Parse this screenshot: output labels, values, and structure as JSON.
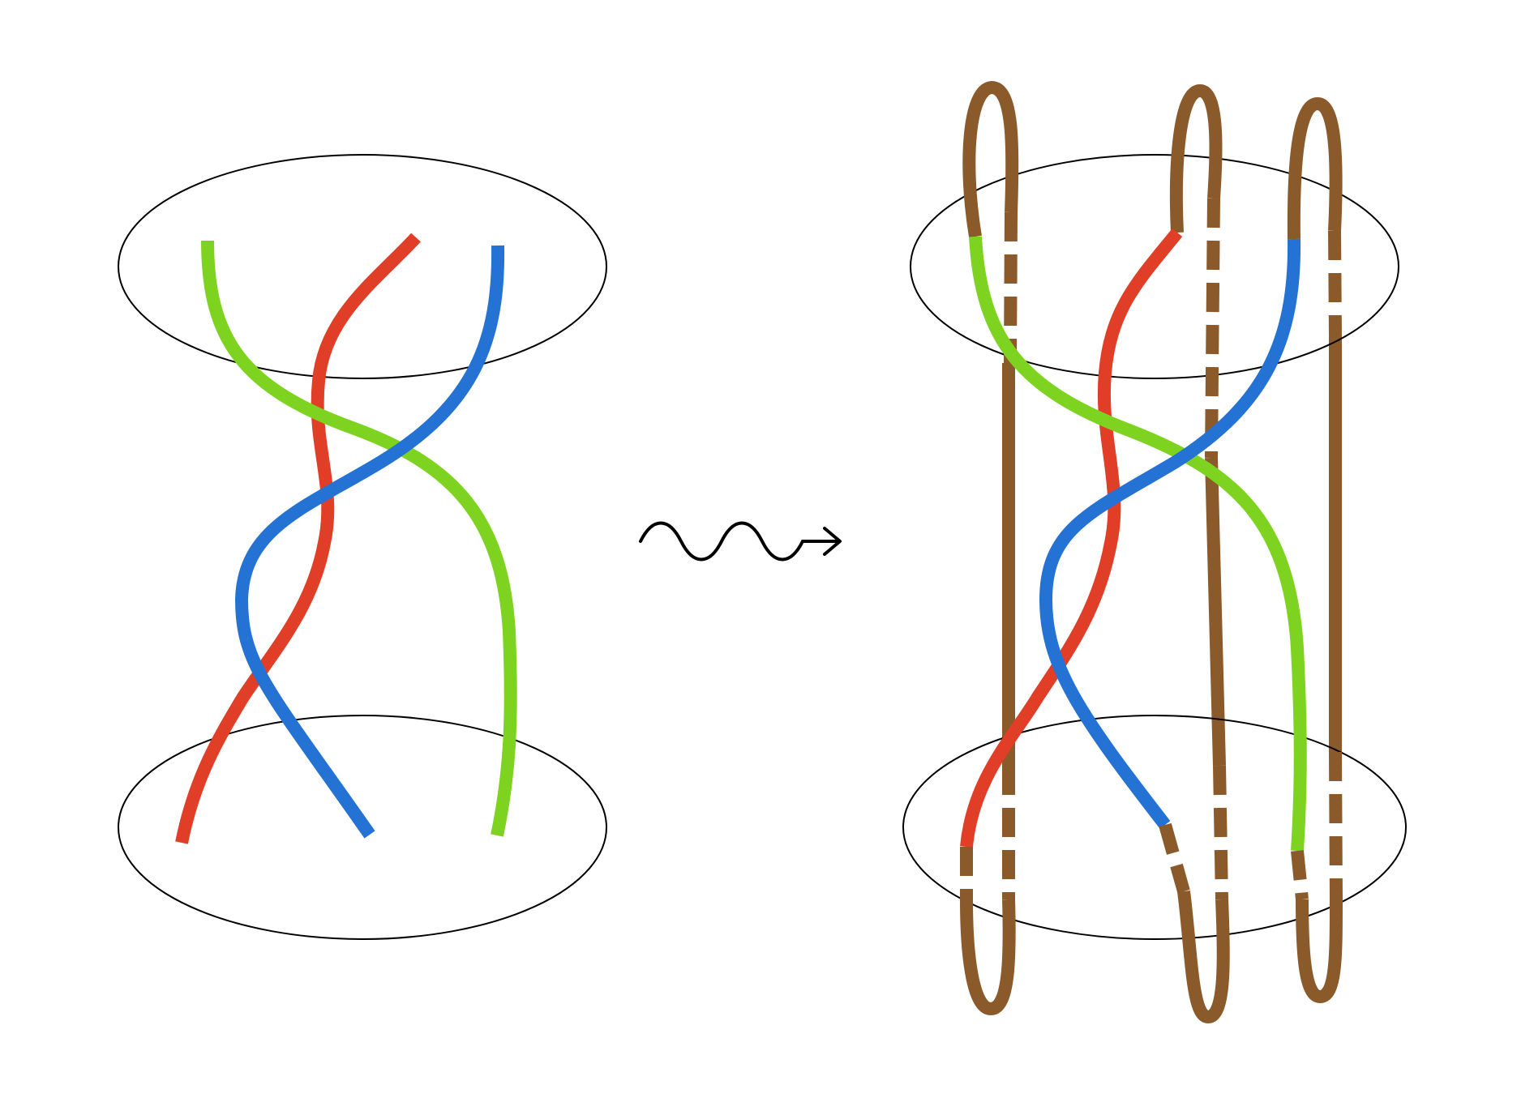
{
  "colors": {
    "background": "#ffffff",
    "outline": "#000000",
    "red": "#e03e27",
    "green": "#7ed321",
    "blue": "#2372d4",
    "brown": "#8b5a2b"
  },
  "left_braid": {
    "strands": [
      "red",
      "green",
      "blue"
    ]
  },
  "arrow": {
    "icon": "squiggle-arrow-icon"
  },
  "right_braid": {
    "strands": [
      "red",
      "green",
      "blue"
    ],
    "closing_arcs": [
      "brown",
      "brown",
      "brown"
    ]
  }
}
